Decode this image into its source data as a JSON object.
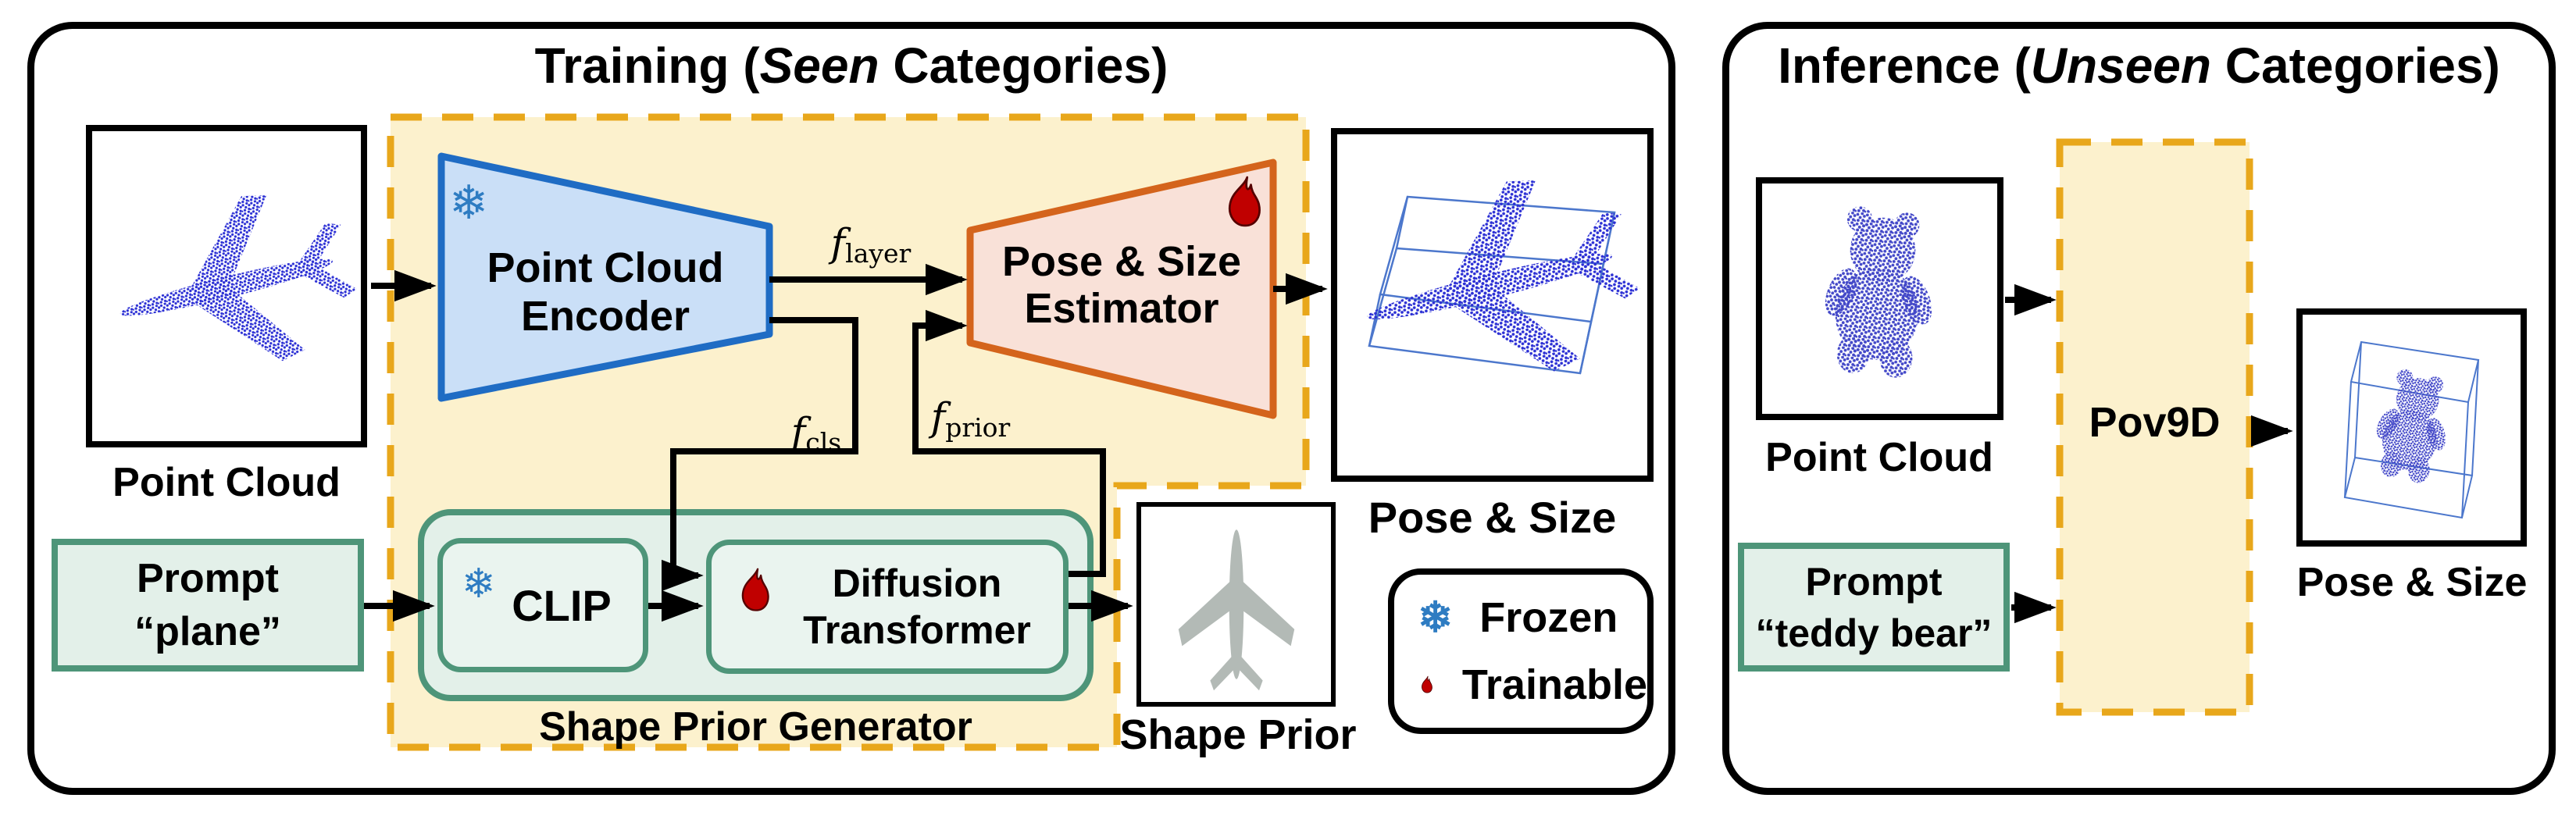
{
  "colors": {
    "dash_stroke": "#E8A71B",
    "dash_fill": "#FCF1CD",
    "encoder_fill": "#CADFF7",
    "encoder_stroke": "#1F6CC4",
    "estimator_fill": "#F9E1D8",
    "estimator_stroke": "#D4641C",
    "green_fill": "#E3F0E9",
    "green_inner_fill": "#EAF4EF",
    "green_stroke": "#4E9579",
    "frozen_blue": "#2E7CC2",
    "flame_red": "#C00000",
    "flame_outline": "#550000",
    "point_blue": "#2B2FD4",
    "point_indigo": "#4348C8",
    "wire_blue": "#4C77CC",
    "gray_plane": "#B3BAB6",
    "line_black": "#000000"
  },
  "icons": {
    "snowflake": "❄"
  },
  "training": {
    "title_pre": "Training (",
    "title_em": "Seen",
    "title_post": " Categories)",
    "input_label": "Point Cloud",
    "encoder_line1": "Point Cloud",
    "encoder_line2": "Encoder",
    "estimator_line1": "Pose & Size",
    "estimator_line2": "Estimator",
    "f_layer": {
      "base": "f",
      "sub": "layer"
    },
    "f_cls": {
      "base": "f",
      "sub": "cls"
    },
    "f_prior": {
      "base": "f",
      "sub": "prior"
    },
    "prompt_line1": "Prompt",
    "prompt_line2": "“plane”",
    "clip_label": "CLIP",
    "dit_line1": "Diffusion",
    "dit_line2": "Transformer",
    "generator_label": "Shape Prior Generator",
    "shape_prior_label": "Shape Prior",
    "output_label": "Pose & Size",
    "legend": {
      "frozen": "Frozen",
      "trainable": "Trainable"
    }
  },
  "inference": {
    "title_pre": "Inference (",
    "title_em": "Unseen",
    "title_post": " Categories)",
    "input_label": "Point Cloud",
    "prompt_line1": "Prompt",
    "prompt_line2": "“teddy bear”",
    "model_label": "Pov9D",
    "output_label": "Pose & Size"
  }
}
